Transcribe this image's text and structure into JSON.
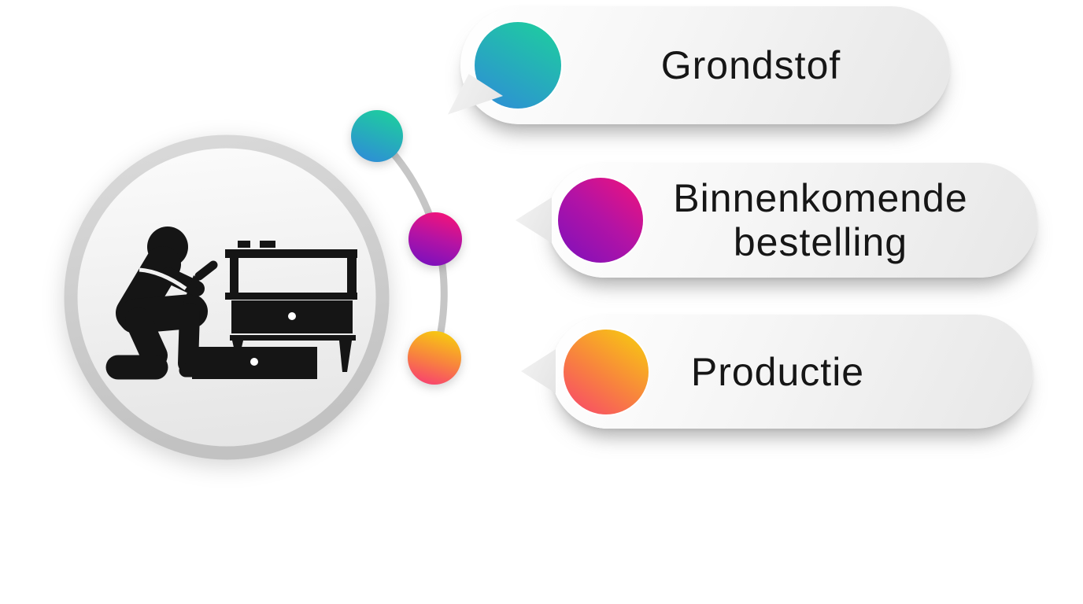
{
  "diagram": {
    "type": "process-flow-infographic",
    "language": "nl",
    "steps": [
      {
        "label": "Grondstof",
        "accent_top": "#1ecd9f",
        "accent_bottom": "#2e8ed6",
        "tail_direction": "down-left"
      },
      {
        "label": "Binnenkomende bestelling",
        "accent_top": "#f2137a",
        "accent_bottom": "#7c10bd",
        "tail_direction": "left"
      },
      {
        "label": "Productie",
        "accent_top": "#f7ca10",
        "accent_mid": "#f8823f",
        "accent_bottom": "#f8436f",
        "tail_direction": "left"
      }
    ],
    "illustration": {
      "icon": "person-assembling-furniture-icon"
    },
    "colors": {
      "background": "#ffffff",
      "card_background": "#f2f2f2",
      "connector_line": "#c6c6c6",
      "badge_ring": "#cecece",
      "pictogram": "#151515",
      "label_text": "#161616"
    }
  }
}
